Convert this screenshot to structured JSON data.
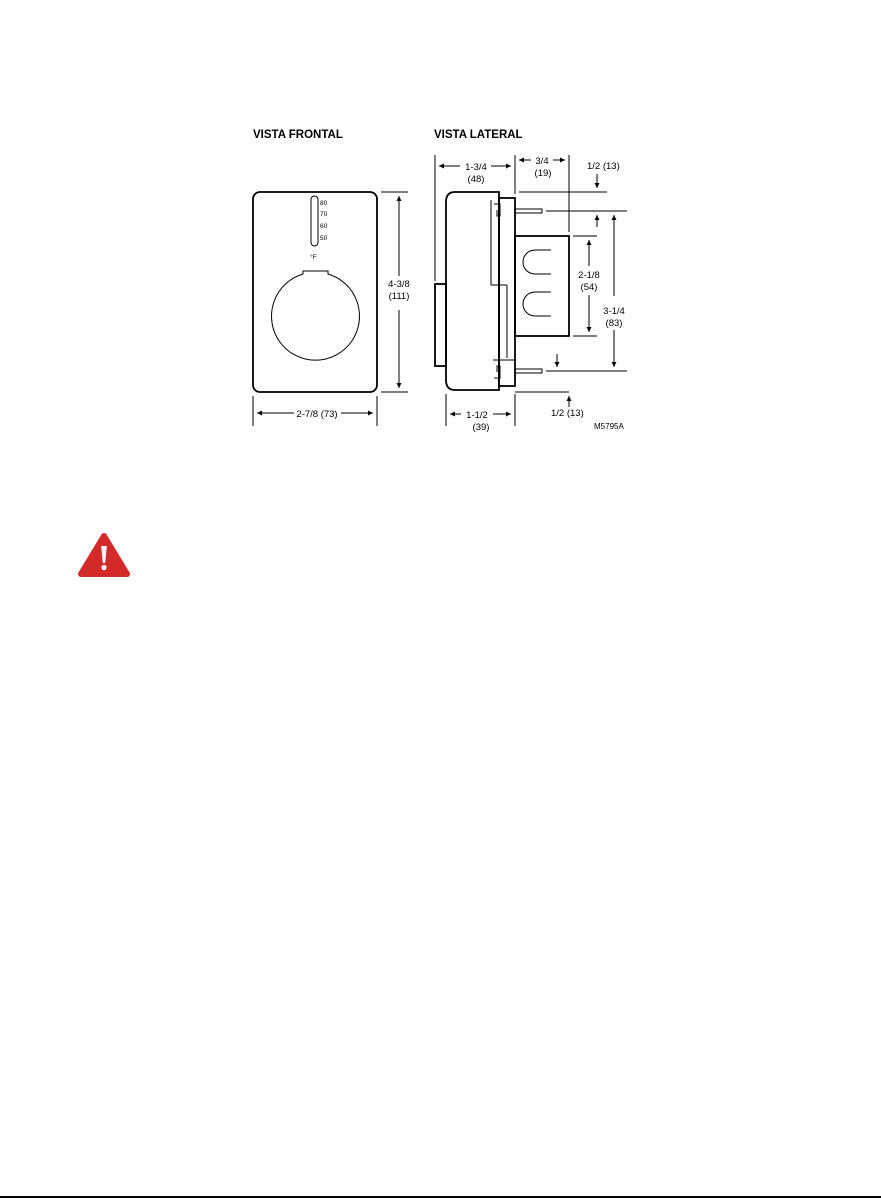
{
  "headers": {
    "front": "VISTA FRONTAL",
    "side": "VISTA LATERAL"
  },
  "front": {
    "scale": [
      "80",
      "70",
      "60",
      "50"
    ],
    "unit": "°F",
    "height_frac": "4-3/8",
    "height_mm": "(111)",
    "width": "2-7/8 (73)"
  },
  "side": {
    "depth_frac": "1-3/4",
    "depth_mm": "(48)",
    "sub_frac": "3/4",
    "sub_mm": "(19)",
    "top_offset": "1/2 (13)",
    "inner_frac": "2-1/8",
    "inner_mm": "(54)",
    "mount_frac": "3-1/4",
    "mount_mm": "(83)",
    "base_frac": "1-1/2",
    "base_mm": "(39)",
    "bottom_offset": "1/2 (13)"
  },
  "code": "M5795A",
  "warning": {
    "color": "#d42a2a",
    "icon": "warning-triangle-icon"
  }
}
